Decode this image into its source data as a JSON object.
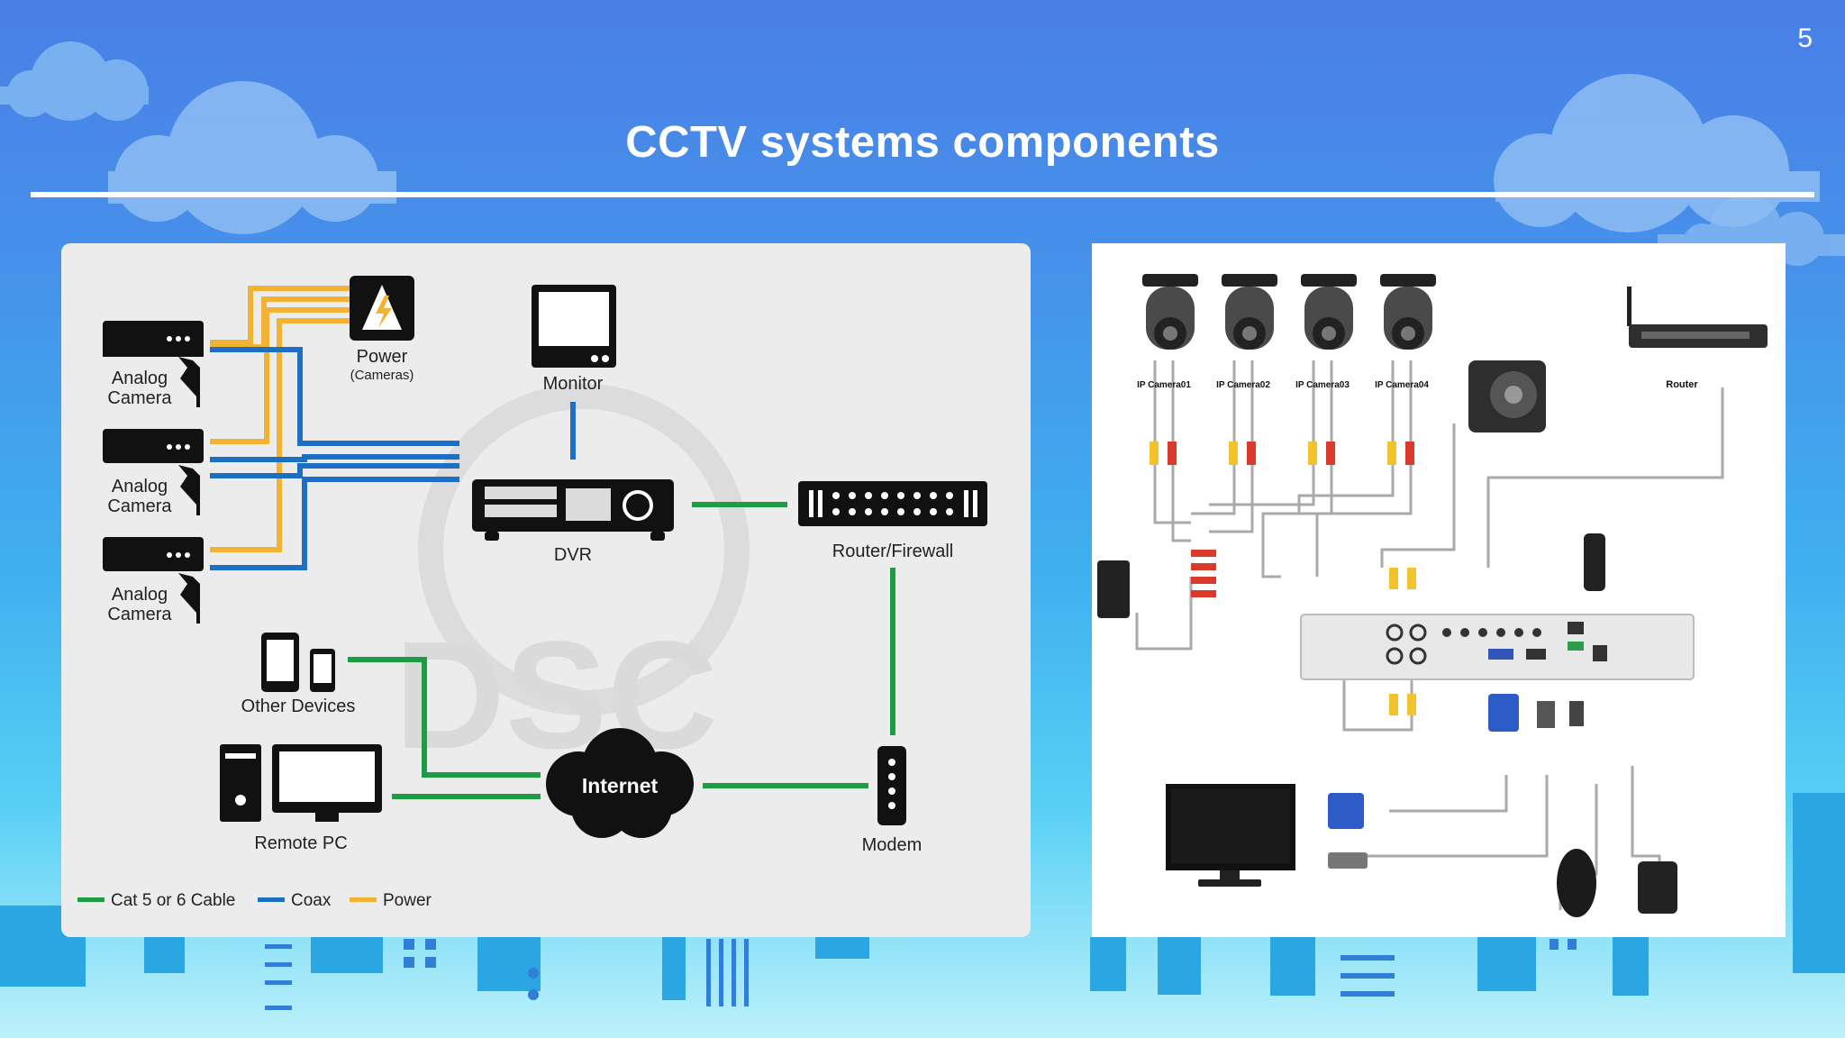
{
  "slide": {
    "title": "CCTV systems components",
    "page_number": "5"
  },
  "left_diagram": {
    "cameras": [
      {
        "line1": "Analog",
        "line2": "Camera"
      },
      {
        "line1": "Analog",
        "line2": "Camera"
      },
      {
        "line1": "Analog",
        "line2": "Camera"
      }
    ],
    "power": {
      "label": "Power",
      "sublabel": "(Cameras)"
    },
    "monitor": "Monitor",
    "dvr": "DVR",
    "router": "Router/Firewall",
    "other_devices": "Other Devices",
    "remote_pc": "Remote PC",
    "internet": "Internet",
    "modem": "Modem",
    "legend": [
      {
        "label": "Cat 5 or 6 Cable",
        "color": "#1e9b45"
      },
      {
        "label": "Coax",
        "color": "#1d6fc4"
      },
      {
        "label": "Power",
        "color": "#f2b233"
      }
    ],
    "watermark": "DSC"
  },
  "right_diagram": {
    "cameras": [
      "IP Camera01",
      "IP Camera02",
      "IP Camera03",
      "IP Camera04"
    ],
    "router": "Router"
  },
  "colors": {
    "cable": "#1e9b45",
    "coax": "#1d6fc4",
    "power": "#f2b233"
  }
}
